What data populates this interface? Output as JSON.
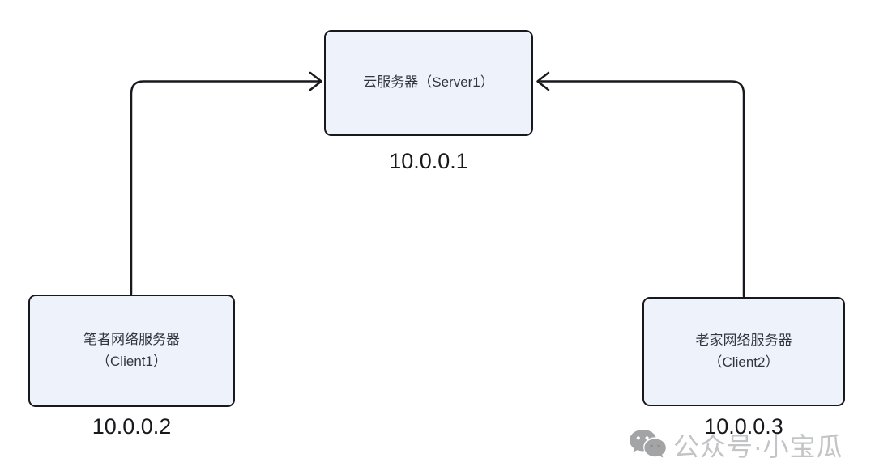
{
  "diagram": {
    "title": "client-server network topology",
    "nodes": [
      {
        "id": "server1",
        "line1": "云服务器（Server1）",
        "line2": "",
        "ip": "10.0.0.1"
      },
      {
        "id": "client1",
        "line1": "笔者网络服务器",
        "line2": "（Client1）",
        "ip": "10.0.0.2"
      },
      {
        "id": "client2",
        "line1": "老家网络服务器",
        "line2": "（Client2）",
        "ip": "10.0.0.3"
      }
    ],
    "edges": [
      {
        "from": "client1",
        "to": "server1"
      },
      {
        "from": "client2",
        "to": "server1"
      }
    ],
    "colors": {
      "node_fill": "#edf2fb",
      "node_border": "#17191c",
      "node_text": "#33363d",
      "ip_text": "#17191c",
      "edge_stroke": "#17191c",
      "background": "#ffffff"
    }
  },
  "watermark": {
    "icon": "wechat-icon",
    "text": "公众号·小宝瓜",
    "text_color": "#c3c4c6",
    "icon_color": "#a3a4a6"
  }
}
